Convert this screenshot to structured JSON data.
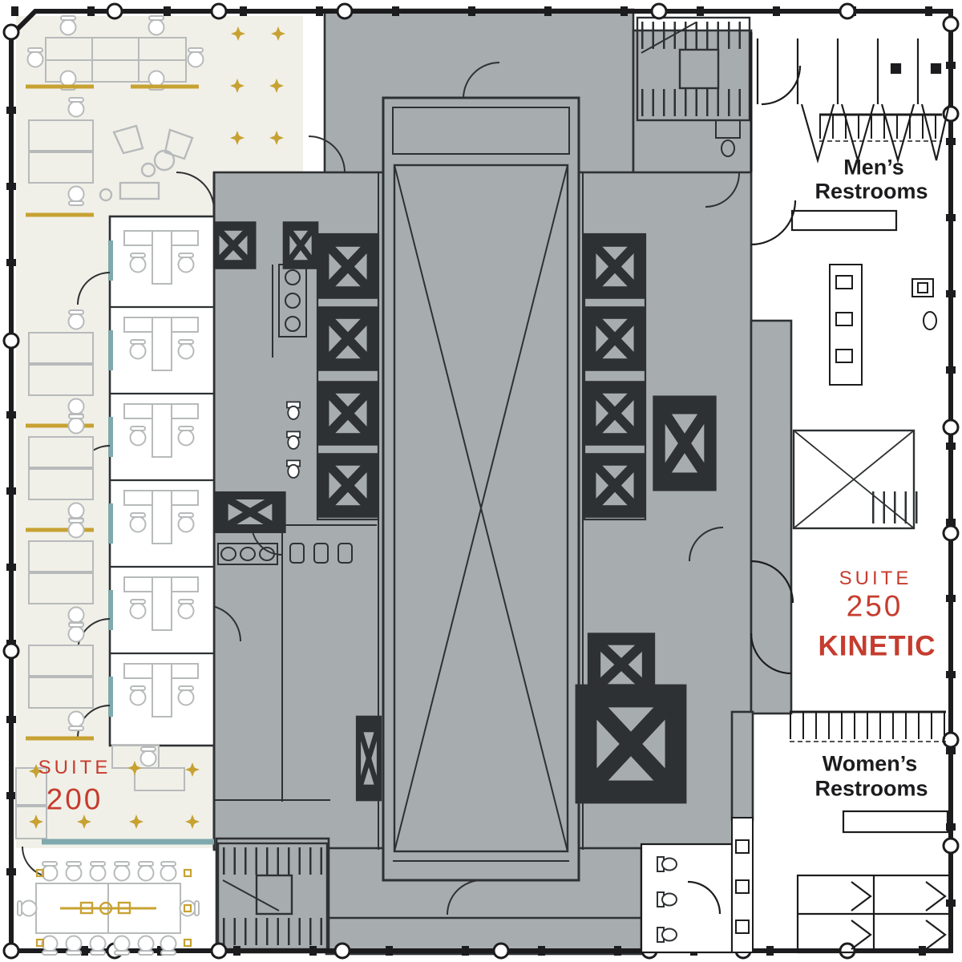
{
  "colors": {
    "suite-red": "#c63c2e",
    "text-dark": "#1c1c1e",
    "floor-cream": "#f1f0e8",
    "core-gray": "#a7acae",
    "wall-dark": "#2e3133",
    "furn-gray": "#b7babb",
    "accent-gold": "#c7a233",
    "accent-teal": "#7fa9ad"
  },
  "labels": {
    "suite200": {
      "word": "SUITE",
      "number": "200"
    },
    "suite250": {
      "word": "SUITE",
      "number": "250",
      "tenant": "KINETIC"
    },
    "mens": {
      "line1": "Men’s",
      "line2": "Restrooms"
    },
    "womens": {
      "line1": "Women’s",
      "line2": "Restrooms"
    }
  },
  "icons": {
    "light_fixture": "gold-four-point-star",
    "elevator_shaft": "crossed-box",
    "atrium_void": "crossed-tall-rectangle",
    "stairs": "tread-bars",
    "column": "wall-circle-node"
  }
}
